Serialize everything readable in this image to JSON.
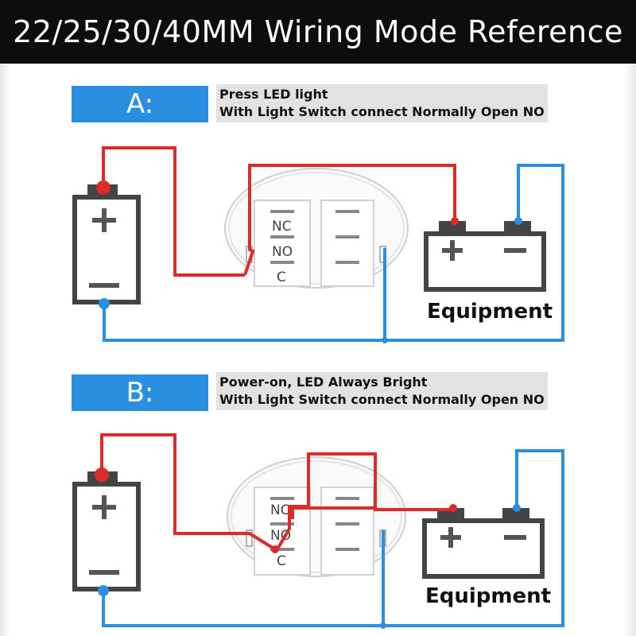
{
  "title": "22/25/30/40MM Wiring Mode Reference",
  "sections": [
    {
      "badge": "A:",
      "desc_line1": "Press LED light",
      "desc_line2": "With Light Switch connect Normally Open NO",
      "pins": {
        "nc": "NC",
        "no": "NO",
        "c": "C"
      },
      "equipment_label": "Equipment"
    },
    {
      "badge": "B:",
      "desc_line1": "Power-on, LED Always Bright",
      "desc_line2": "With Light Switch connect Normally Open NO",
      "pins": {
        "nc": "NC",
        "no": "NO",
        "c": "C"
      },
      "equipment_label": "Equipment"
    }
  ],
  "colors": {
    "positive_wire": "#dd2a2a",
    "negative_wire": "#2a8fe0",
    "badge": "#2a8fe0",
    "title_bg": "#0d0d0d"
  }
}
